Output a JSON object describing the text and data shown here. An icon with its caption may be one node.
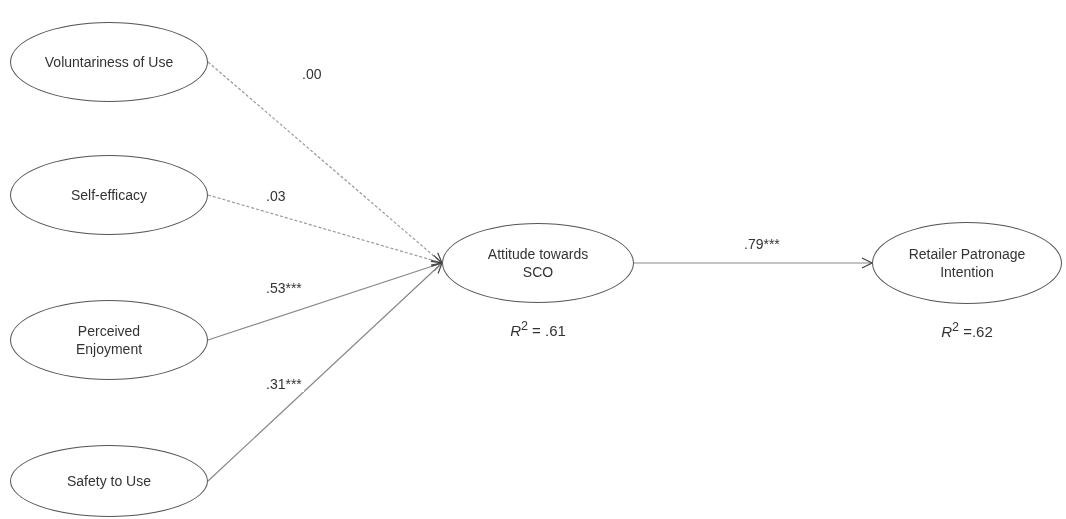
{
  "diagram": {
    "nodes": [
      {
        "text": [
          "Voluntariness of Use"
        ]
      },
      {
        "text": [
          "Self-efficacy"
        ]
      },
      {
        "text": [
          "Perceived Enjoyment"
        ]
      },
      {
        "text": [
          "Safety to Use"
        ]
      },
      {
        "text": [
          "Attitude towards SCO"
        ],
        "beside": [
          "*R*$^{2}$ = .61"
        ]
      },
      {
        "text": [
          "Retailer Patronage Intention"
        ],
        "beside": [
          "*R*$^{2}$ =.62"
        ]
      }
    ],
    "edges": [
      {
        "from": 0,
        "to": 4,
        "arrow": "to",
        "label": ".00",
        "style": "dashed"
      },
      {
        "from": 1,
        "to": 4,
        "arrow": "to",
        "label": ".03",
        "style": "dashed"
      },
      {
        "from": 2,
        "to": 4,
        "arrow": "to",
        "label": ".53***"
      },
      {
        "from": 3,
        "to": 4,
        "arrow": "to",
        "label": ".31***"
      },
      {
        "from": 4,
        "to": 5,
        "arrow": "to",
        "label": ".79***"
      }
    ]
  }
}
